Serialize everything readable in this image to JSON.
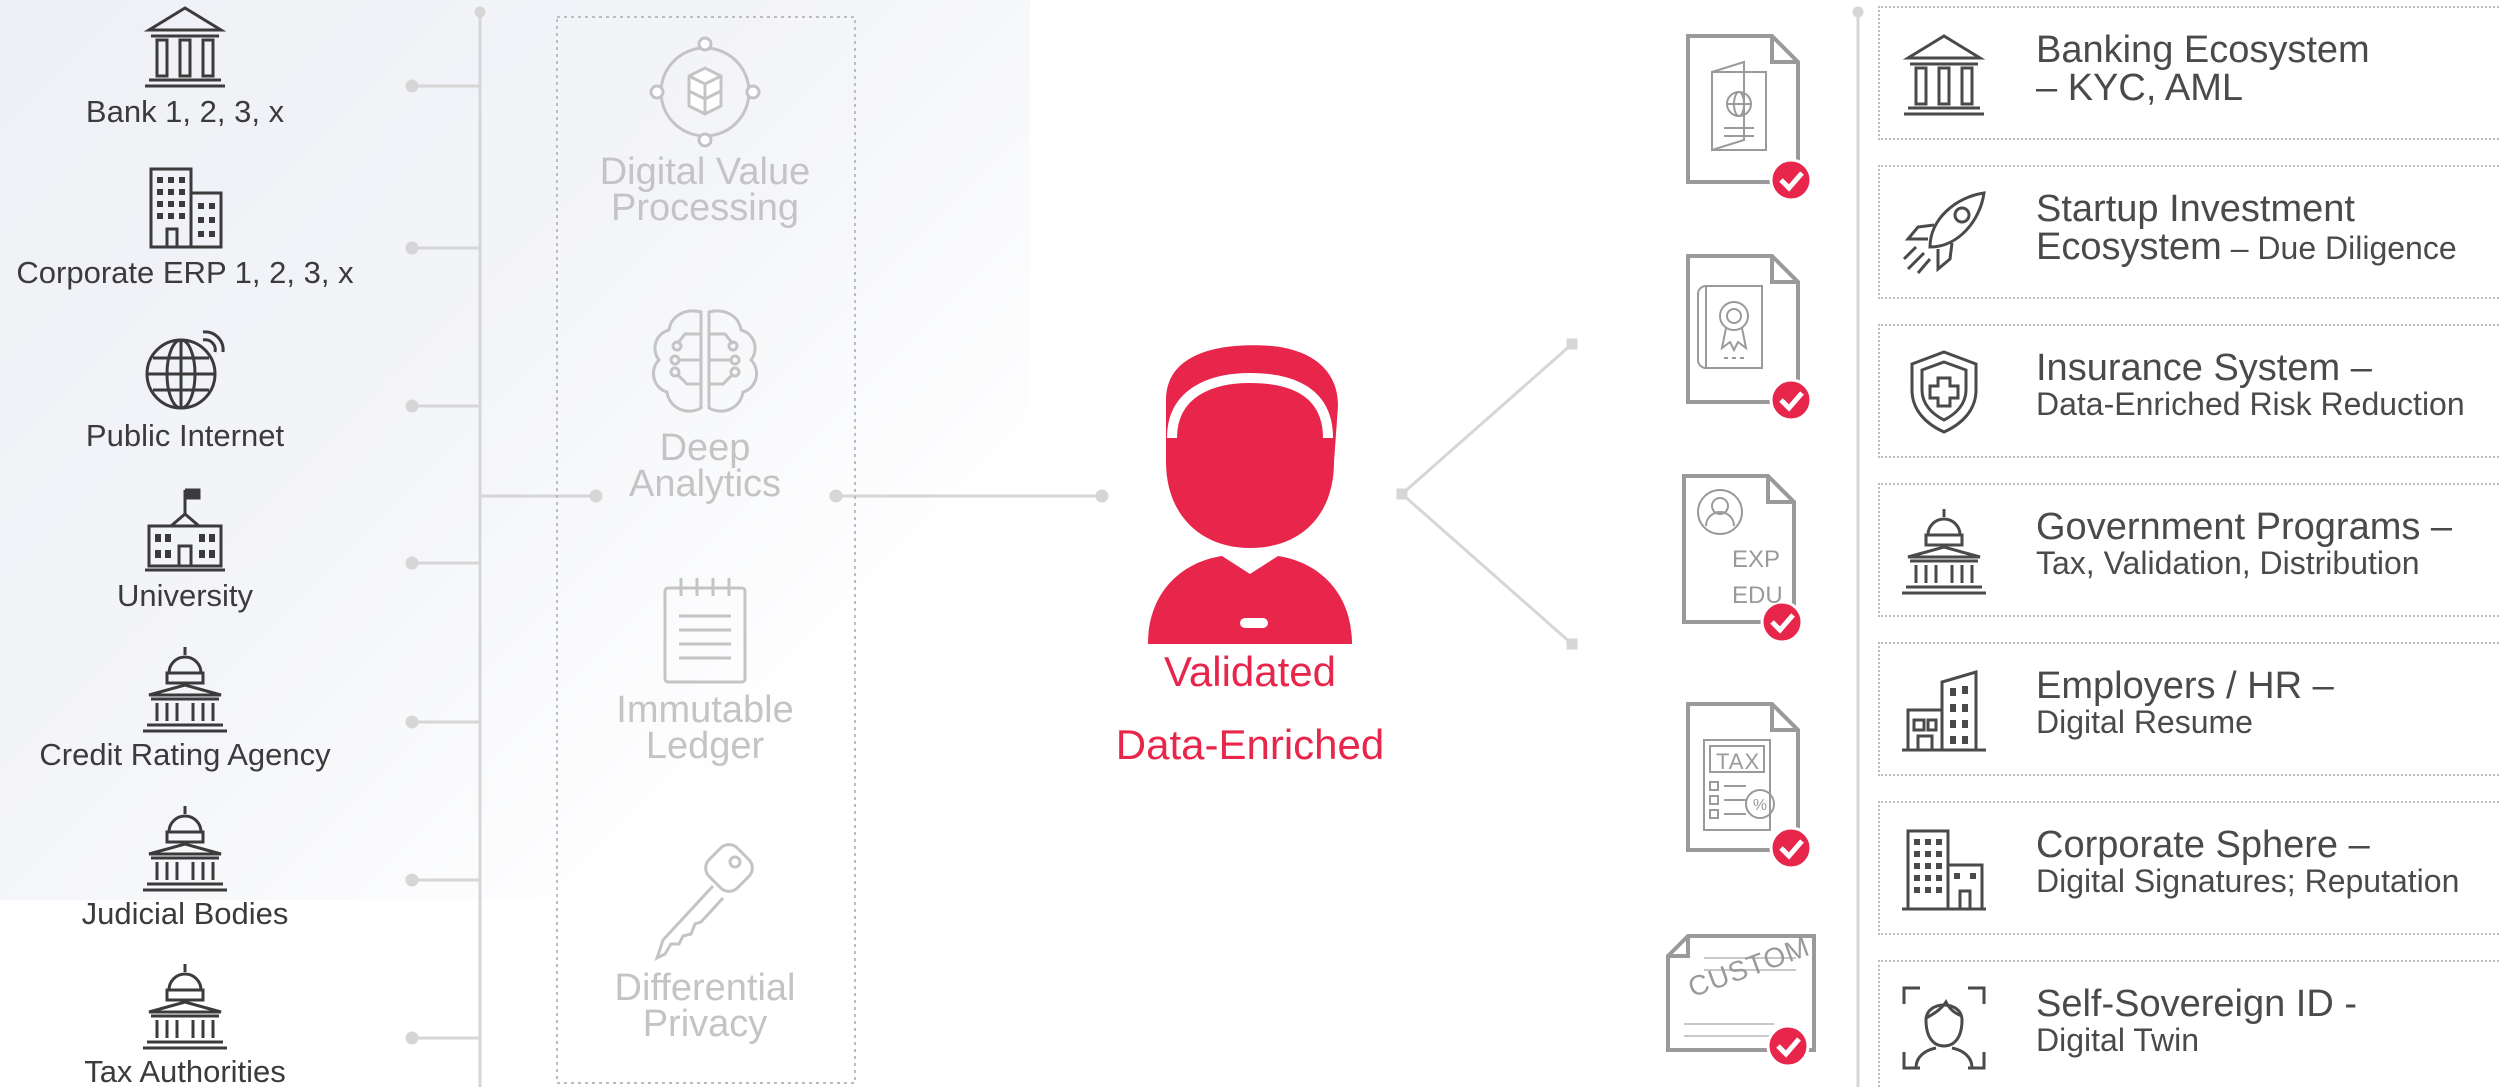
{
  "sources": [
    {
      "label": "Bank 1, 2, 3, x",
      "icon": "bank-icon"
    },
    {
      "label": "Corporate ERP 1, 2, 3, x",
      "icon": "office-building-icon"
    },
    {
      "label": "Public Internet",
      "icon": "globe-wifi-icon"
    },
    {
      "label": "University",
      "icon": "university-icon"
    },
    {
      "label": "Credit Rating Agency",
      "icon": "capitol-building-icon"
    },
    {
      "label": "Judicial Bodies",
      "icon": "capitol-building-icon"
    },
    {
      "label": "Tax Authorities",
      "icon": "capitol-building-icon"
    }
  ],
  "processing": [
    {
      "line1": "Digital Value",
      "line2": "Processing",
      "icon": "cubes-network-icon"
    },
    {
      "line1": "Deep",
      "line2": "Analytics",
      "icon": "brain-circuit-icon"
    },
    {
      "line1": "Immutable",
      "line2": "Ledger",
      "icon": "notepad-icon"
    },
    {
      "line1": "Differential",
      "line2": "Privacy",
      "icon": "key-icon"
    }
  ],
  "center": {
    "line1": "Validated",
    "line2": "Data-Enriched",
    "icon": "user-avatar-icon",
    "color": "#e8254a"
  },
  "documents": [
    {
      "icon": "passport-document-icon"
    },
    {
      "icon": "certificate-document-icon"
    },
    {
      "icon": "resume-document-icon",
      "text1": "EXP",
      "text2": "EDU"
    },
    {
      "icon": "tax-document-icon",
      "text1": "TAX"
    },
    {
      "icon": "custom-document-icon",
      "text1": "CUSTOM"
    }
  ],
  "sectors": [
    {
      "title": "Banking Ecosystem",
      "sub": "– KYC, AML",
      "sub_large": true,
      "icon": "bank-icon"
    },
    {
      "title": "Startup Investment",
      "sub_a": "Ecosystem",
      "sub_b": " – Due Diligence",
      "icon": "rocket-icon"
    },
    {
      "title": "Insurance  System –",
      "sub": "Data-Enriched Risk Reduction",
      "icon": "shield-plus-icon"
    },
    {
      "title": "Government Programs –",
      "sub": "Tax, Validation, Distribution",
      "icon": "capitol-building-icon"
    },
    {
      "title": "Employers / HR –",
      "sub": "Digital Resume",
      "icon": "office-buildings-icon"
    },
    {
      "title": "Corporate Sphere –",
      "sub": "Digital Signatures; Reputation",
      "icon": "corporate-buildings-icon"
    },
    {
      "title": "Self-Sovereign ID -",
      "sub": "Digital Twin",
      "icon": "face-scan-icon"
    }
  ],
  "colors": {
    "accent": "#e8254a",
    "line": "#d0d0d0",
    "icon": "#4a4a4a",
    "muted": "#c4c4c4"
  }
}
